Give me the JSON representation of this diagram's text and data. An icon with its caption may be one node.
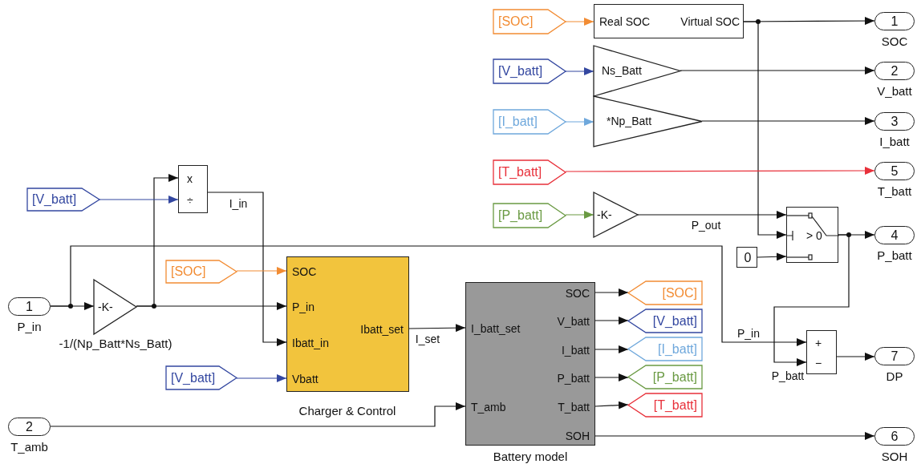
{
  "diagram": {
    "nodes": [
      {
        "text": [
          "[SOC]"
        ]
      },
      {
        "text": [
          "Real SOC",
          "Virtual SOC"
        ]
      },
      {
        "text": [
          "1"
        ],
        "beside": [
          "SOC"
        ]
      },
      {
        "text": [
          "[V_batt]"
        ]
      },
      {
        "text": [
          "Ns_Batt"
        ]
      },
      {
        "text": [
          "2"
        ],
        "beside": [
          "V_batt"
        ]
      },
      {
        "text": [
          "[I_batt]"
        ]
      },
      {
        "text": [
          "*Np_Batt"
        ]
      },
      {
        "text": [
          "3"
        ],
        "beside": [
          "I_batt"
        ]
      },
      {
        "text": [
          "[T_batt]"
        ]
      },
      {
        "text": [
          "5"
        ],
        "beside": [
          "T_batt"
        ]
      },
      {
        "text": [
          "[P_batt]"
        ]
      },
      {
        "text": [
          "-K-"
        ]
      },
      {
        "text": [
          "> 0"
        ]
      },
      {
        "text": [
          "0"
        ]
      },
      {
        "text": [
          "4"
        ],
        "beside": [
          "P_batt"
        ]
      },
      {
        "text": [
          "x",
          "÷"
        ]
      },
      {
        "text": [
          "[V_batt]"
        ]
      },
      {
        "text": [
          "1"
        ],
        "beside": [
          "P_in"
        ]
      },
      {
        "text": [
          "-K-"
        ],
        "beside": [
          "-1/(Np_Batt*Ns_Batt)"
        ]
      },
      {
        "text": [
          "[SOC]"
        ]
      },
      {
        "text": [
          "SOC",
          "P_in",
          "Ibatt_in",
          "Vbatt",
          "Ibatt_set"
        ],
        "beside": [
          "Charger & Control"
        ]
      },
      {
        "text": [
          "[V_batt]"
        ]
      },
      {
        "text": [
          "2"
        ],
        "beside": [
          "T_amb"
        ]
      },
      {
        "text": [
          "I_batt_set",
          "T_amb",
          "SOC",
          "V_batt",
          "I_batt",
          "P_batt",
          "T_batt",
          "SOH"
        ],
        "beside": [
          "Battery model"
        ]
      },
      {
        "text": [
          "[SOC]"
        ]
      },
      {
        "text": [
          "[V_batt]"
        ]
      },
      {
        "text": [
          "[I_batt]"
        ]
      },
      {
        "text": [
          "[P_batt]"
        ]
      },
      {
        "text": [
          "[T_batt]"
        ]
      },
      {
        "text": [
          "+",
          "−"
        ]
      },
      {
        "text": [
          "7"
        ],
        "beside": [
          "DP"
        ]
      },
      {
        "text": [
          "6"
        ],
        "beside": [
          "SOH"
        ]
      }
    ],
    "edges": [
      {
        "from": 0,
        "to": 1,
        "arrow": "to",
        "color": "#f28c33"
      },
      {
        "from": 1,
        "to": 2,
        "arrow": "to"
      },
      {
        "from": 1,
        "to": 13,
        "arrow": "to"
      },
      {
        "from": 3,
        "to": 4,
        "arrow": "to",
        "color": "#3347a0"
      },
      {
        "from": 4,
        "to": 5,
        "arrow": "to"
      },
      {
        "from": 6,
        "to": 7,
        "arrow": "to",
        "color": "#6fa8dc"
      },
      {
        "from": 7,
        "to": 8,
        "arrow": "to"
      },
      {
        "from": 9,
        "to": 10,
        "arrow": "to",
        "color": "#e8303a"
      },
      {
        "from": 11,
        "to": 12,
        "arrow": "to",
        "color": "#6a9a43"
      },
      {
        "from": 12,
        "to": 13,
        "arrow": "to",
        "label": "P_out"
      },
      {
        "from": 14,
        "to": 13,
        "arrow": "to"
      },
      {
        "from": 13,
        "to": 15,
        "arrow": "to"
      },
      {
        "from": 13,
        "to": 30,
        "arrow": "to",
        "label": "P_batt"
      },
      {
        "from": 18,
        "to": 19,
        "arrow": "to"
      },
      {
        "from": 18,
        "to": 30,
        "arrow": "to",
        "label": "P_in"
      },
      {
        "from": 19,
        "to": 16,
        "arrow": "to"
      },
      {
        "from": 17,
        "to": 16,
        "arrow": "to",
        "color": "#3347a0"
      },
      {
        "from": 19,
        "to": 21,
        "arrow": "to"
      },
      {
        "from": 16,
        "to": 21,
        "arrow": "to",
        "label": "I_in"
      },
      {
        "from": 20,
        "to": 21,
        "arrow": "to",
        "color": "#f28c33"
      },
      {
        "from": 22,
        "to": 21,
        "arrow": "to",
        "color": "#3347a0"
      },
      {
        "from": 21,
        "to": 24,
        "arrow": "to",
        "label": "I_set"
      },
      {
        "from": 23,
        "to": 24,
        "arrow": "to"
      },
      {
        "from": 24,
        "to": 25,
        "arrow": "to"
      },
      {
        "from": 24,
        "to": 26,
        "arrow": "to"
      },
      {
        "from": 24,
        "to": 27,
        "arrow": "to"
      },
      {
        "from": 24,
        "to": 28,
        "arrow": "to"
      },
      {
        "from": 24,
        "to": 29,
        "arrow": "to"
      },
      {
        "from": 30,
        "to": 31,
        "arrow": "to"
      },
      {
        "from": 24,
        "to": 32,
        "arrow": "to"
      }
    ]
  }
}
